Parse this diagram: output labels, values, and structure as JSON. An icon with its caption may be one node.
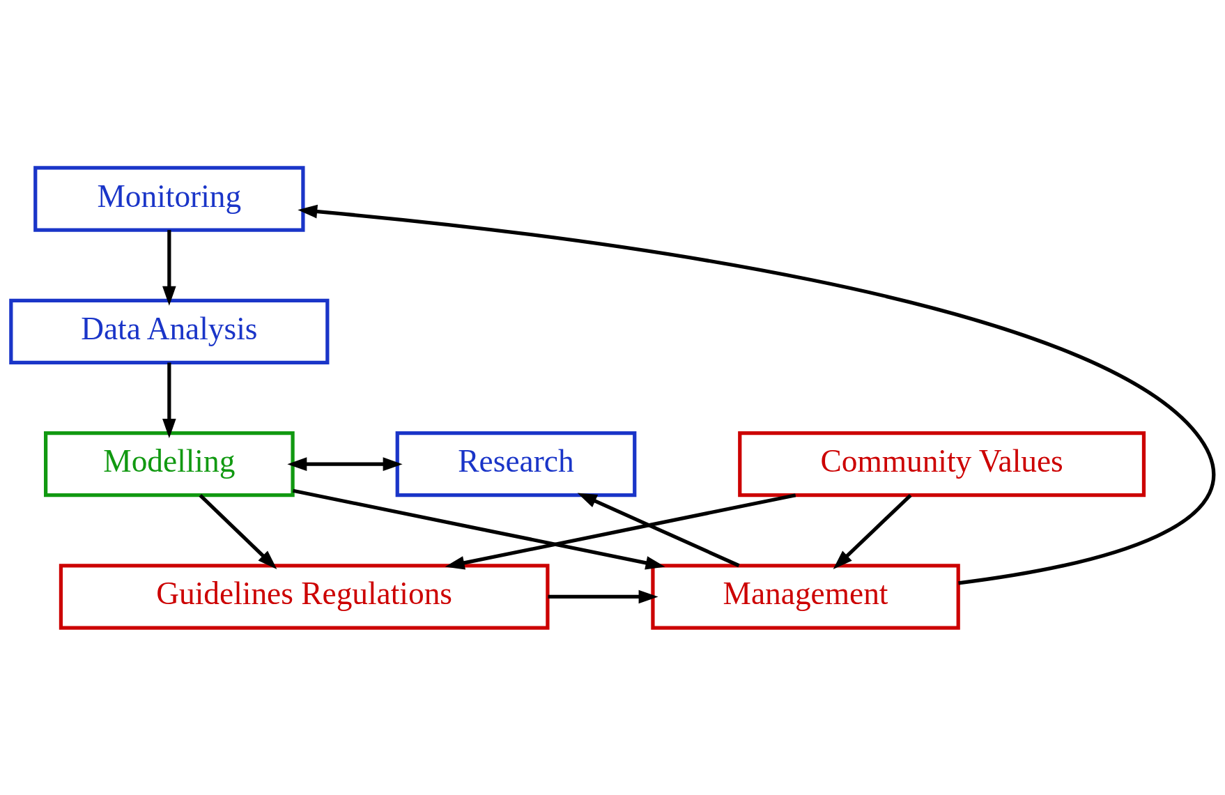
{
  "diagram": {
    "nodes": [
      {
        "text": [
          "Monitoring"
        ]
      },
      {
        "text": [
          "Data Analysis"
        ]
      },
      {
        "text": [
          "Research"
        ]
      },
      {
        "text": [
          "Modelling"
        ]
      },
      {
        "text": [
          "Guidelines Regulations"
        ]
      },
      {
        "text": [
          "Management"
        ]
      },
      {
        "text": [
          "Community Values"
        ]
      }
    ],
    "edges": [
      {
        "from": 0,
        "to": 1,
        "arrow": "to"
      },
      {
        "from": 1,
        "to": 3,
        "arrow": "to"
      },
      {
        "from": 3,
        "to": 2,
        "arrow": "both"
      },
      {
        "from": 3,
        "to": 4,
        "arrow": "to"
      },
      {
        "from": 3,
        "to": 5,
        "arrow": "to"
      },
      {
        "from": 4,
        "to": 5,
        "arrow": "to"
      },
      {
        "from": 6,
        "to": 4,
        "arrow": "to"
      },
      {
        "from": 6,
        "to": 5,
        "arrow": "to"
      },
      {
        "from": 5,
        "to": 2,
        "arrow": "to"
      },
      {
        "from": 5,
        "to": 0,
        "arrow": "to"
      }
    ]
  }
}
